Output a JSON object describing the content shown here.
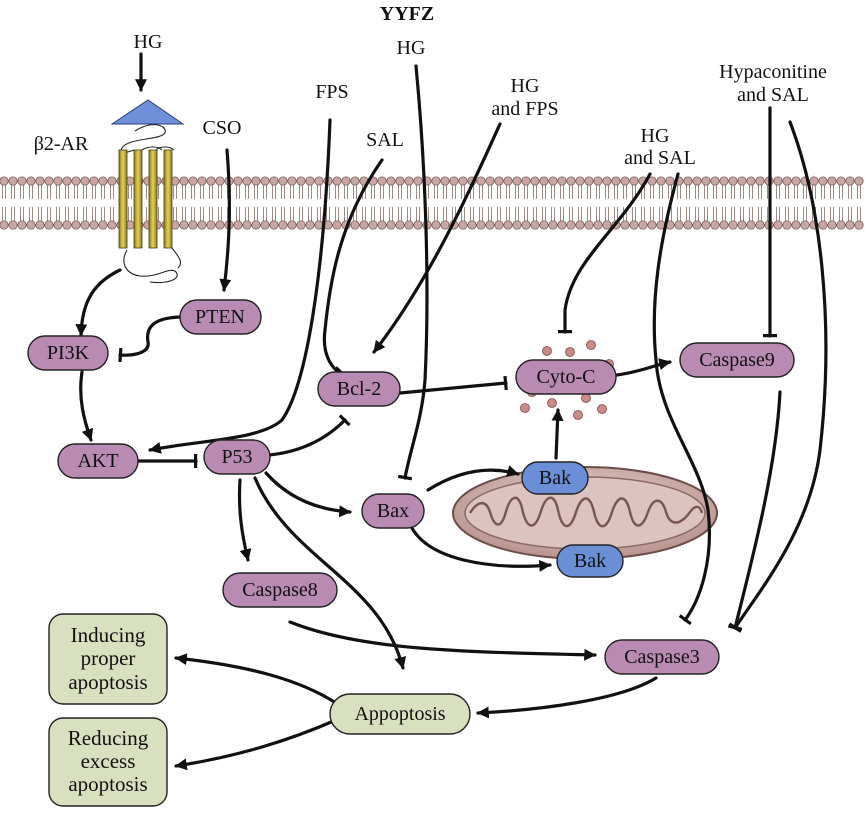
{
  "title": "YYFZ",
  "colors": {
    "protein_fill": "#b98ab2",
    "bak_fill": "#6b8fd6",
    "outcome_fill": "#d9e0c0",
    "ligand_fill": "#6f8fd8",
    "receptor_fill": "#d8c64a",
    "membrane_head": "#c8a6a4",
    "mito_fill": "#c9a7a3",
    "cyto_dot": "#c98a8a"
  },
  "labels": {
    "hg_top": "HG",
    "beta2ar": "β2-AR",
    "cso": "CSO",
    "fps": "FPS",
    "sal": "SAL",
    "hg_mid": "HG",
    "hg_fps_1": "HG",
    "hg_fps_2": "and FPS",
    "hg_sal_1": "HG",
    "hg_sal_2": "and SAL",
    "hyp_sal_1": "Hypaconitine",
    "hyp_sal_2": "and SAL"
  },
  "nodes": {
    "pten": "PTEN",
    "pi3k": "PI3K",
    "akt": "AKT",
    "p53": "P53",
    "bcl2": "Bcl-2",
    "bax": "Bax",
    "bak_top": "Bak",
    "bak_bottom": "Bak",
    "cytoc": "Cyto-C",
    "caspase9": "Caspase9",
    "caspase8": "Caspase8",
    "caspase3": "Caspase3",
    "apoptosis": "Appoptosis"
  },
  "outcomes": {
    "inducing": [
      "Inducing",
      "proper",
      "apoptosis"
    ],
    "reducing": [
      "Reducing",
      "excess",
      "apoptosis"
    ]
  }
}
